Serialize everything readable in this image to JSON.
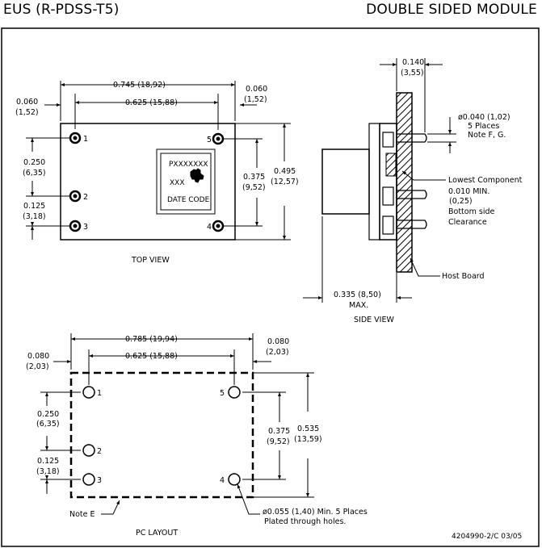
{
  "header": {
    "left_title": "EUS (R-PDSS-T5)",
    "right_title": "DOUBLE SIDED MODULE"
  },
  "top_view": {
    "caption": "TOP VIEW",
    "dim_overall_width": "0.745 (18,92)",
    "dim_pin_span": "0.625 (15,88)",
    "dim_left_edge_1": "0.060",
    "dim_left_edge_2": "(1,52)",
    "dim_right_edge_1": "0.060",
    "dim_right_edge_2": "(1,52)",
    "dim_pitch_250_1": "0.250",
    "dim_pitch_250_2": "(6,35)",
    "dim_pitch_125_1": "0.125",
    "dim_pitch_125_2": "(3,18)",
    "dim_375_1": "0.375",
    "dim_375_2": "(9,52)",
    "dim_495_1": "0.495",
    "dim_495_2": "(12,57)",
    "pins": [
      "1",
      "2",
      "3",
      "4",
      "5"
    ],
    "label_line1": "PXXXXXXX",
    "label_line2": "XXX",
    "label_line3": "DATE CODE"
  },
  "side_view": {
    "caption": "SIDE VIEW",
    "dim_thickness_1": "0.140",
    "dim_thickness_2": "(3,55)",
    "pin_note_1": "ø0.040 (1,02)",
    "pin_note_2": "5 Places",
    "pin_note_3": "Note F, G.",
    "component_note_1": "Lowest Component",
    "component_note_2": "0.010 MIN.",
    "component_note_3": "(0,25)",
    "component_note_4": "Bottom side",
    "component_note_5": "Clearance",
    "host_board": "Host Board",
    "dim_height_1": "0.335 (8,50)",
    "dim_height_2": "MAX."
  },
  "pc_layout": {
    "caption": "PC LAYOUT",
    "dim_overall_width": "0.785 (19,94)",
    "dim_pin_span": "0.625 (15,88)",
    "dim_left_edge_1": "0.080",
    "dim_left_edge_2": "(2,03)",
    "dim_right_edge_1": "0.080",
    "dim_right_edge_2": "(2,03)",
    "dim_pitch_250_1": "0.250",
    "dim_pitch_250_2": "(6,35)",
    "dim_pitch_125_1": "0.125",
    "dim_pitch_125_2": "(3,18)",
    "dim_375_1": "0.375",
    "dim_375_2": "(9,52)",
    "dim_535_1": "0.535",
    "dim_535_2": "(13,59)",
    "pins": [
      "1",
      "2",
      "3",
      "4",
      "5"
    ],
    "note_e": "Note E",
    "hole_note_1": "ø0.055 (1,40) Min. 5 Places",
    "hole_note_2": "Plated through holes."
  },
  "drawing_number": "4204990-2/C 03/05"
}
